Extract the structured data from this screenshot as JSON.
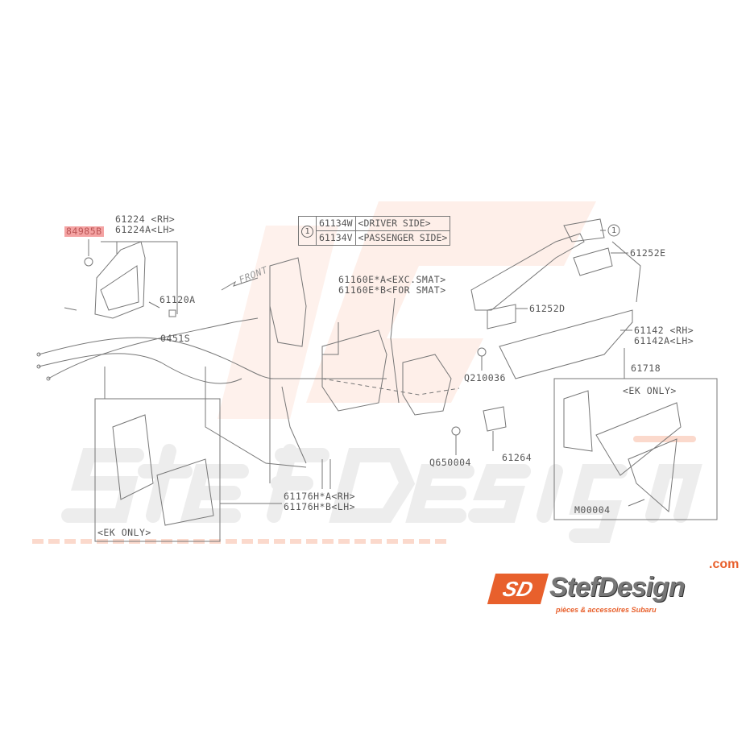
{
  "watermark": {
    "brand": "StefDesign",
    "tagline": "pièces & accessoires Subaru",
    "com": ".com"
  },
  "labels": {
    "highlighted_part": "84985B",
    "p61224_rh": "61224 <RH>",
    "p61224a_lh": "61224A<LH>",
    "p61120a": "61120A",
    "p0451s": "0451S",
    "front": "FRONT",
    "p61160e_a": "61160E*A<EXC.SMAT>",
    "p61160e_b": "61160E*B<FOR SMAT>",
    "callout_1": "1",
    "p61252e": "61252E",
    "p61252d": "61252D",
    "p61142_rh": "61142 <RH>",
    "p61142a_lh": "61142A<LH>",
    "q210036": "Q210036",
    "p61718": "61718",
    "ek_only_right": "<EK ONLY>",
    "q650004": "Q650004",
    "p61264": "61264",
    "m00004": "M00004",
    "p61176h_a": "61176H*A<RH>",
    "p61176h_b": "61176H*B<LH>",
    "ek_only_left": "<EK ONLY>"
  },
  "ref_table": {
    "marker": "1",
    "rows": [
      {
        "part": "61134W",
        "desc": "<DRIVER SIDE>"
      },
      {
        "part": "61134V",
        "desc": "<PASSENGER SIDE>"
      }
    ]
  },
  "logo": {
    "initials": "SD",
    "name": "StefDesign",
    "com": ".com",
    "tagline": "pièces & accessoires Subaru"
  },
  "colors": {
    "highlight": "#f4a3a3",
    "brand_orange": "#e8602c",
    "line": "#777777"
  }
}
